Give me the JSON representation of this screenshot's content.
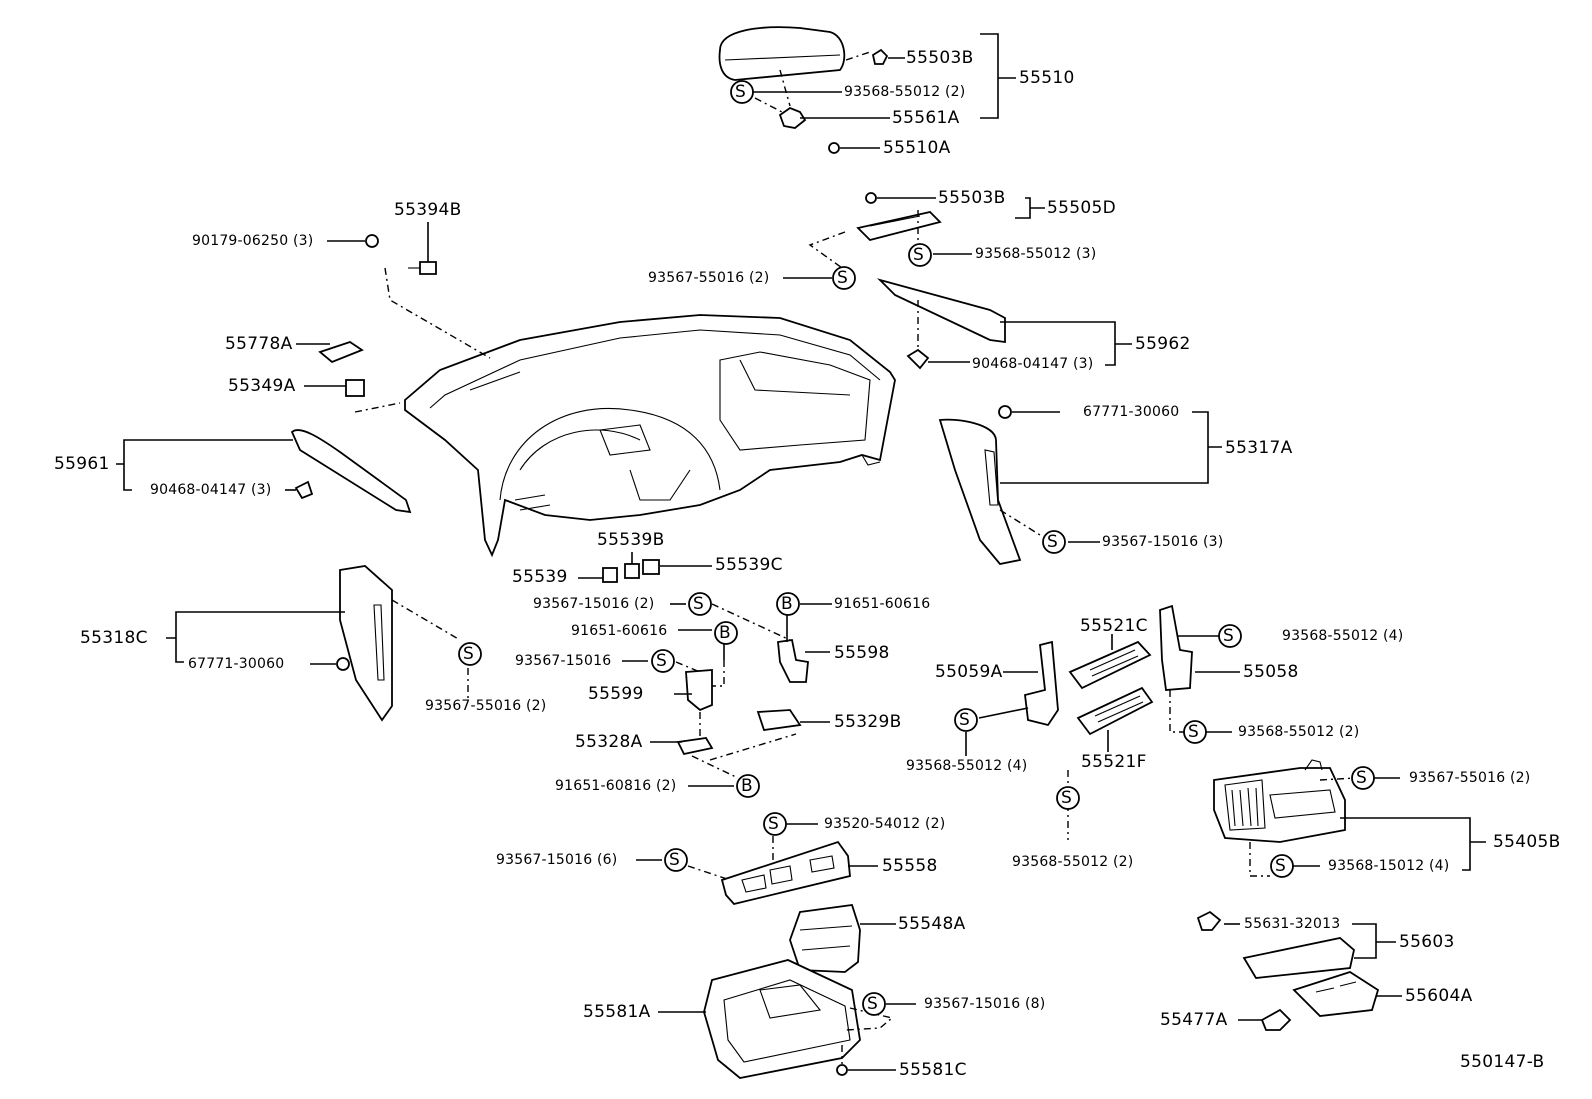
{
  "labels": {
    "p55503B_top": "55503B",
    "p93568_55012_2_top": "93568-55012 (2)",
    "p55561A": "55561A",
    "p55510": "55510",
    "p55510A": "55510A",
    "p55503B_mid": "55503B",
    "p55505D": "55505D",
    "p93568_55012_3": "93568-55012 (3)",
    "p93567_55016_2_top": "93567-55016 (2)",
    "p55962": "55962",
    "p90468_04147_3_right": "90468-04147 (3)",
    "p67771_30060_right": "67771-30060",
    "p55317A": "55317A",
    "p93567_15016_3": "93567-15016 (3)",
    "p55394B": "55394B",
    "p90179_06250_3": "90179-06250 (3)",
    "p55778A": "55778A",
    "p55349A": "55349A",
    "p55961": "55961",
    "p90468_04147_3_left": "90468-04147 (3)",
    "p55539B": "55539B",
    "p55539": "55539",
    "p55539C": "55539C",
    "p93567_15016_2": "93567-15016 (2)",
    "p91651_60616_a": "91651-60616",
    "p91651_60616_b": "91651-60616",
    "p93567_15016": "93567-15016",
    "p55598": "55598",
    "p55599": "55599",
    "p55329B": "55329B",
    "p55328A": "55328A",
    "p91651_60816_2": "91651-60816 (2)",
    "p55318C": "55318C",
    "p67771_30060_left": "67771-30060",
    "p93567_55016_2_left": "93567-55016 (2)",
    "p55521C": "55521C",
    "p55059A": "55059A",
    "p93568_55012_4_right": "93568-55012 (4)",
    "p55058": "55058",
    "p93568_55012_4_left": "93568-55012 (4)",
    "p55521F": "55521F",
    "p93568_55012_2_right": "93568-55012 (2)",
    "p93568_55012_2_bottom": "93568-55012 (2)",
    "p93567_55016_2_right": "93567-55016 (2)",
    "p55405B": "55405B",
    "p93568_15012_4": "93568-15012 (4)",
    "p93520_54012_2": "93520-54012 (2)",
    "p93567_15016_6": "93567-15016 (6)",
    "p55558": "55558",
    "p55548A": "55548A",
    "p55581A": "55581A",
    "p93567_15016_8": "93567-15016 (8)",
    "p55581C": "55581C",
    "p55631_32013": "55631-32013",
    "p55603": "55603",
    "p55604A": "55604A",
    "p55477A": "55477A",
    "figure_id": "550147-B"
  },
  "symbols": {
    "screw": "S",
    "bolt": "B"
  }
}
